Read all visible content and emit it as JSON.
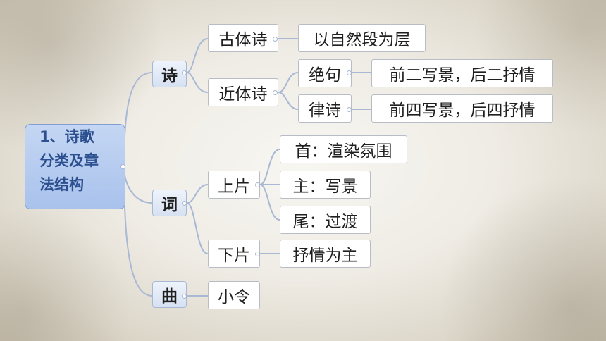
{
  "root": {
    "lines": [
      "1、诗歌",
      "分类及章",
      "法结构"
    ]
  },
  "categories": {
    "shi": "诗",
    "ci": "词",
    "qu": "曲"
  },
  "shi": {
    "guti": {
      "label": "古体诗",
      "child": "以自然段为层"
    },
    "jinti": {
      "label": "近体诗",
      "jueju": {
        "label": "绝句",
        "child": "前二写景，后二抒情"
      },
      "lushi": {
        "label": "律诗",
        "child": "前四写景，后四抒情"
      }
    }
  },
  "ci": {
    "shangpian": {
      "label": "上片",
      "items": [
        "首：渲染氛围",
        "主：写景",
        "尾：过渡"
      ]
    },
    "xiapian": {
      "label": "下片",
      "child": "抒情为主"
    }
  },
  "qu": {
    "child": "小令"
  },
  "colors": {
    "connector": "#a9b8d4",
    "root_text": "#2b4f8f"
  }
}
